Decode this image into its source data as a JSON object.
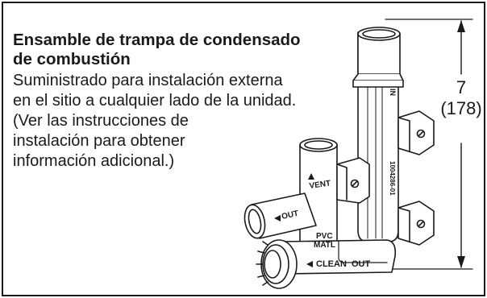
{
  "title_lines": [
    "Ensamble de trampa de condensado",
    "de combustión"
  ],
  "description_lines": [
    "Suministrado para instalación externa",
    "en el sitio a cualquier lado de la unidad.",
    "(Ver las instrucciones de",
    "instalación para obtener",
    "información adicional.)"
  ],
  "dimension": {
    "value": "7",
    "metric": "(178)"
  },
  "part_labels": {
    "in": "IN",
    "vent": "VENT",
    "out": "OUT",
    "pvc": "PVC",
    "matl": "MATL",
    "clean_out": "CLEAN  OUT",
    "part_number": "1004286-01"
  }
}
